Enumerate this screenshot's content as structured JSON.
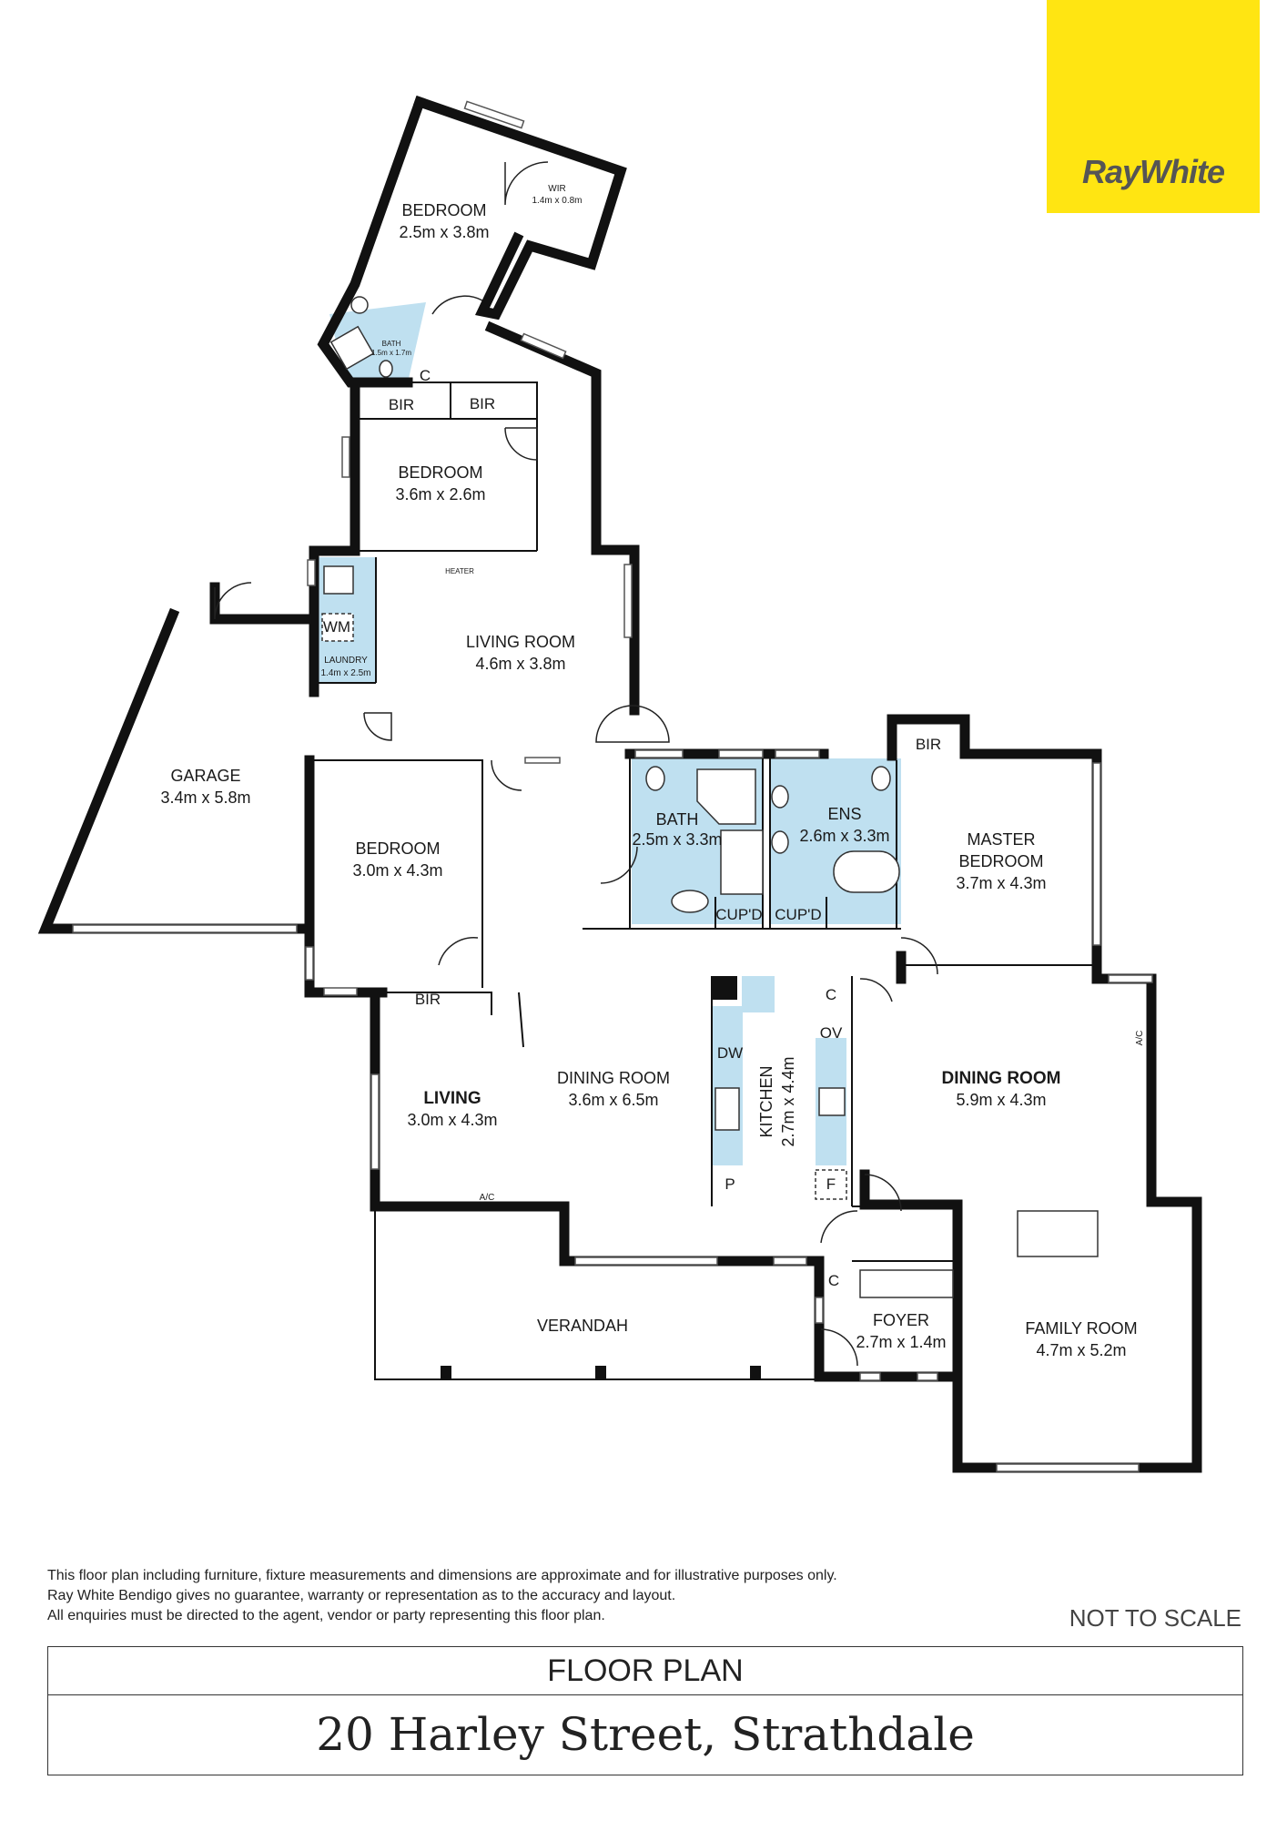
{
  "brand": {
    "name": "RayWhite",
    "color": "#ffe512"
  },
  "rooms": {
    "bedroom_top": {
      "name": "BEDROOM",
      "dim": "2.5m x 3.8m"
    },
    "wir": {
      "name": "WIR",
      "dim": "1.4m x 0.8m"
    },
    "bath_small": {
      "name": "BATH",
      "dim": "1.5m x 1.7m"
    },
    "c_top": "C",
    "bir_a": "BIR",
    "bir_b": "BIR",
    "bedroom_2": {
      "name": "BEDROOM",
      "dim": "3.6m x 2.6m"
    },
    "heater": "HEATER",
    "wm": "WM",
    "laundry": {
      "name": "LAUNDRY",
      "dim": "1.4m x 2.5m"
    },
    "living_room": {
      "name": "LIVING ROOM",
      "dim": "4.6m x 3.8m"
    },
    "garage": {
      "name": "GARAGE",
      "dim": "3.4m x 5.8m"
    },
    "bedroom_3": {
      "name": "BEDROOM",
      "dim": "3.0m x 4.3m"
    },
    "bath": {
      "name": "BATH",
      "dim": "2.5m x 3.3m"
    },
    "ens": {
      "name": "ENS",
      "dim": "2.6m x 3.3m"
    },
    "cupd_a": "CUP'D",
    "cupd_b": "CUP'D",
    "bir_master": "BIR",
    "master": {
      "name1": "MASTER",
      "name2": "BEDROOM",
      "dim": "3.7m x 4.3m"
    },
    "bir_living": "BIR",
    "living": {
      "name": "LIVING",
      "dim": "3.0m x 4.3m"
    },
    "dining_room": {
      "name": "DINING ROOM",
      "dim": "3.6m x 6.5m"
    },
    "dw": "DW",
    "kitchen": {
      "name": "KITCHEN",
      "dim": "2.7m x 4.4m"
    },
    "p": "P",
    "c_kitchen": "C",
    "ov": "OV",
    "f": "F",
    "dining_room_2": {
      "name": "DINING ROOM",
      "dim": "5.9m x 4.3m"
    },
    "ac_right": "A/C",
    "ac_living": "A/C",
    "verandah": "VERANDAH",
    "c_foyer": "C",
    "foyer": {
      "name": "FOYER",
      "dim": "2.7m x 1.4m"
    },
    "family_room": {
      "name": "FAMILY ROOM",
      "dim": "4.7m x 5.2m"
    }
  },
  "disclaimer": [
    "This floor plan including furniture, fixture measurements and dimensions are approximate and for illustrative purposes only.",
    "Ray White Bendigo gives no guarantee, warranty or representation as to the accuracy and layout.",
    "All enquiries must be directed to the agent, vendor or party representing this floor plan."
  ],
  "scale_note": "NOT TO SCALE",
  "title": "FLOOR PLAN",
  "address": "20 Harley Street, Strathdale"
}
